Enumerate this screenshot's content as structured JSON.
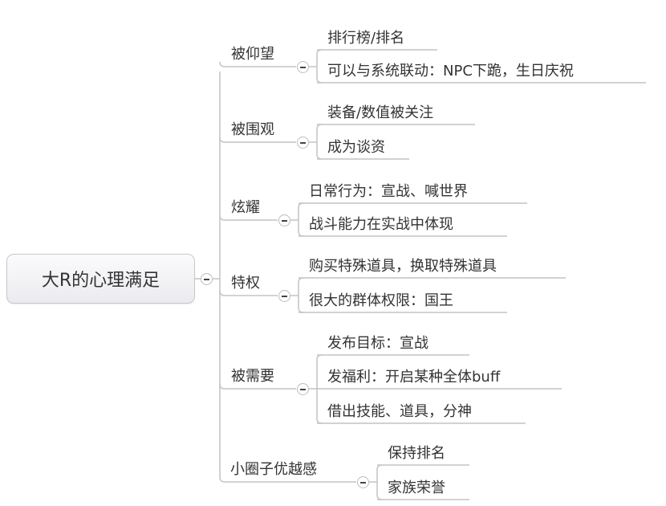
{
  "root": {
    "label": "大R的心理满足"
  },
  "branches": [
    {
      "label": "被仰望",
      "children": [
        "排行榜/排名",
        "可以与系统联动：NPC下跪，生日庆祝"
      ]
    },
    {
      "label": "被围观",
      "children": [
        "装备/数值被关注",
        "成为谈资"
      ]
    },
    {
      "label": "炫耀",
      "children": [
        "日常行为：宣战、喊世界",
        "战斗能力在实战中体现"
      ]
    },
    {
      "label": "特权",
      "children": [
        "购买特殊道具，换取特殊道具",
        "很大的群体权限：国王"
      ]
    },
    {
      "label": "被需要",
      "children": [
        "发布目标：宣战",
        "发福利：开启某种全体buff",
        "借出技能、道具，分神"
      ]
    },
    {
      "label": "小圈子优越感",
      "children": [
        "保持排名",
        "家族荣誉"
      ]
    }
  ],
  "colors": {
    "line": "#c4c4c4",
    "text": "#333333"
  }
}
